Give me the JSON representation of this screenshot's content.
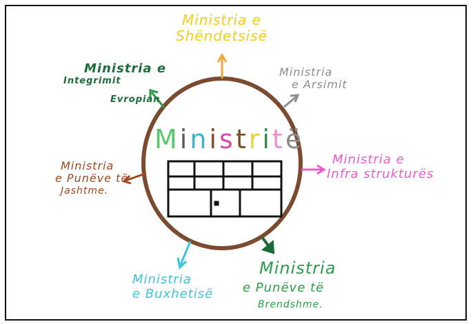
{
  "center": {
    "title_letters": [
      {
        "ch": "M",
        "color": "#59c76b"
      },
      {
        "ch": "i",
        "color": "#5a5a5a"
      },
      {
        "ch": "n",
        "color": "#3db3c9"
      },
      {
        "ch": "i",
        "color": "#8b4a2b"
      },
      {
        "ch": "s",
        "color": "#d94aa9"
      },
      {
        "ch": "t",
        "color": "#7a4b25"
      },
      {
        "ch": "r",
        "color": "#f0d234"
      },
      {
        "ch": "i",
        "color": "#2e8f45"
      },
      {
        "ch": "t",
        "color": "#f08fd0"
      },
      {
        "ch": "ë",
        "color": "#8a8a8a"
      }
    ]
  },
  "branches": [
    {
      "id": "shendetsise",
      "line1": "Ministria e",
      "line2": "Shëndetsisë",
      "line3": "",
      "color": "#f2cc1d"
    },
    {
      "id": "arsimit",
      "line1": "Ministria",
      "line2": "e Arsimit",
      "line3": "",
      "color": "#8d8d8d"
    },
    {
      "id": "infrastruktures",
      "line1": "Ministria e",
      "line2": "Infra strukturës",
      "line3": "",
      "color": "#ee5bc8"
    },
    {
      "id": "brendshme",
      "line1": "Ministria",
      "line2": "e Punëve të",
      "line3": "Brendshme.",
      "color": "#2e9b4a"
    },
    {
      "id": "buxhetise",
      "line1": "Ministria",
      "line2": "e Buxhetisë",
      "line3": "",
      "color": "#3fc2dd"
    },
    {
      "id": "jashtme",
      "line1": "Ministria",
      "line2": "e Punëve të",
      "line3": "Jashtme.",
      "color": "#9c4a22"
    },
    {
      "id": "integrimit",
      "line1": "Ministria e",
      "line2": "Integrimit",
      "line3": "Evropian",
      "color": "#1e6b3a"
    }
  ]
}
